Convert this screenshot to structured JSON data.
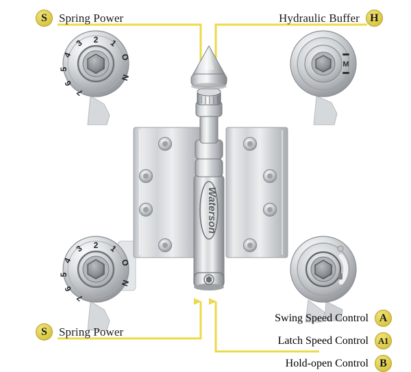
{
  "diagram": {
    "title": "Waterson hinge feature callout diagram",
    "brand_logo_text": "Waterson",
    "background_color": "#ffffff",
    "leader_line_color": "#EDD94A",
    "badge_fill_color": "#E3D257",
    "badge_border_color": "#B9A22B",
    "metal_color": "#C9CCCF"
  },
  "callouts": {
    "spring_power_top": {
      "label": "Spring Power",
      "badge": "S",
      "badge_side": "left"
    },
    "spring_power_bottom": {
      "label": "Spring Power",
      "badge": "S",
      "badge_side": "left"
    },
    "hydraulic_buffer": {
      "label": "Hydraulic Buffer",
      "badge": "H",
      "badge_side": "right"
    },
    "swing_speed_control": {
      "label": "Swing Speed Control",
      "badge": "A",
      "badge_side": "right"
    },
    "latch_speed_control": {
      "label": "Latch Speed Control",
      "badge": "A1",
      "badge_side": "right"
    },
    "hold_open_control": {
      "label": "Hold-open Control",
      "badge": "B",
      "badge_side": "right"
    }
  },
  "dials": {
    "spring_dial_markings": [
      "1",
      "2",
      "3",
      "4",
      "5",
      "6",
      "7",
      "N",
      "O"
    ],
    "buffer_dial_markings": [
      "-",
      "M",
      "-"
    ]
  }
}
